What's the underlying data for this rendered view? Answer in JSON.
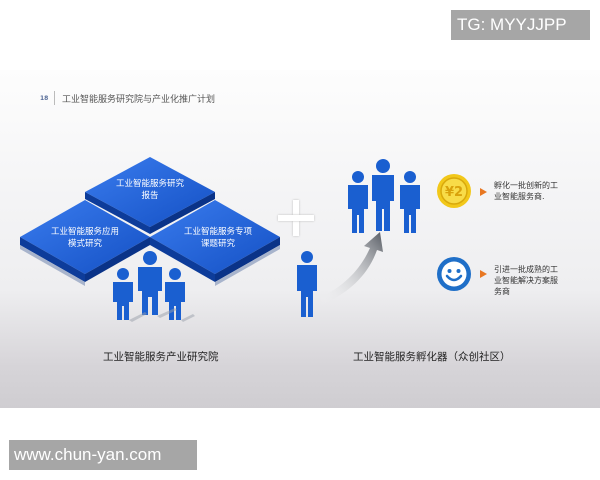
{
  "watermarks": {
    "top_right": "TG: MYYJJPP",
    "bottom_left": "www.chun-yan.com"
  },
  "slide": {
    "page_number": "18",
    "title": "工业智能服务研究院与产业化推广计划",
    "left_section": {
      "tiles": [
        {
          "label_line1": "工业智能服务研究",
          "label_line2": "报告"
        },
        {
          "label_line1": "工业智能服务应用",
          "label_line2": "模式研究"
        },
        {
          "label_line1": "工业智能服务专项",
          "label_line2": "课题研究"
        }
      ],
      "caption": "工业智能服务产业研究院"
    },
    "connector": "plus-icon",
    "right_section": {
      "caption": "工业智能服务孵化器（众创社区）",
      "bullets": [
        {
          "icon": "coin-icon",
          "line1": "孵化一批创新的工",
          "line2": "业智能服务商.",
          "line3": ""
        },
        {
          "icon": "smiley-icon",
          "line1": "引进一批成熟的工",
          "line2": "业智能解决方案服",
          "line3": "务商"
        }
      ]
    },
    "colors": {
      "tile_blue": "#1e5fd6",
      "person_blue": "#1a5fd0",
      "accent_orange": "#e87722",
      "coin_gold": "#f2c81a"
    }
  }
}
